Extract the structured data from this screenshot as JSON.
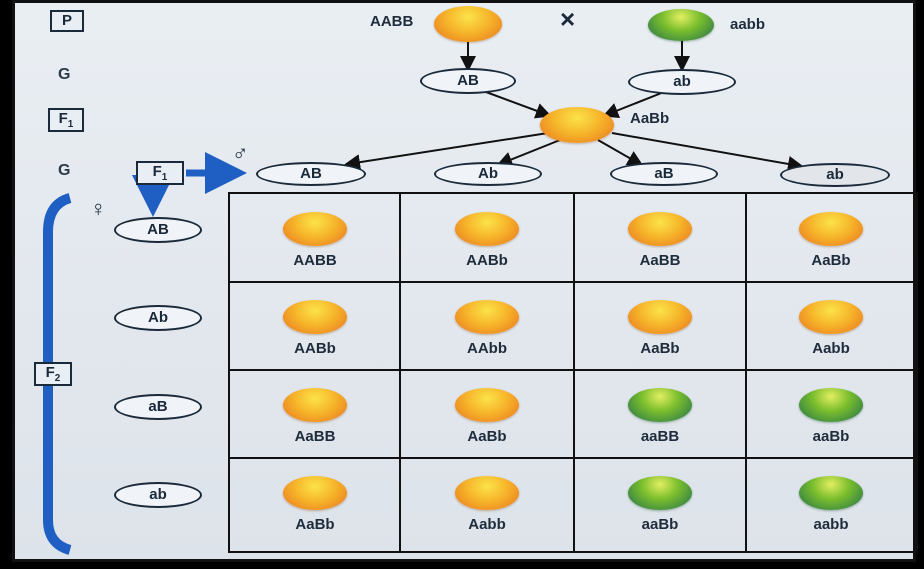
{
  "generations": {
    "p_label": "P",
    "g_label": "G",
    "f1_label": "F",
    "f1_sub": "1",
    "g2_label": "G",
    "f2_label": "F",
    "f2_sub": "2"
  },
  "parents": {
    "left_genotype": "AABB",
    "right_genotype": "aabb",
    "cross_symbol": "×",
    "left_gamete": "AB",
    "right_gamete": "ab"
  },
  "f1": {
    "genotype": "AaBb",
    "box_label": "F",
    "box_sub": "1",
    "male_symbol": "♂",
    "female_symbol": "♀"
  },
  "male_gametes": [
    "AB",
    "Ab",
    "aB",
    "ab"
  ],
  "female_gametes": [
    "AB",
    "Ab",
    "aB",
    "ab"
  ],
  "punnett": [
    [
      {
        "genotype": "AABB",
        "color": "yellow"
      },
      {
        "genotype": "AABb",
        "color": "yellow"
      },
      {
        "genotype": "AaBB",
        "color": "yellow"
      },
      {
        "genotype": "AaBb",
        "color": "yellow"
      }
    ],
    [
      {
        "genotype": "AABb",
        "color": "yellow"
      },
      {
        "genotype": "AAbb",
        "color": "yellow"
      },
      {
        "genotype": "AaBb",
        "color": "yellow"
      },
      {
        "genotype": "Aabb",
        "color": "yellow"
      }
    ],
    [
      {
        "genotype": "AaBB",
        "color": "yellow"
      },
      {
        "genotype": "AaBb",
        "color": "yellow"
      },
      {
        "genotype": "aaBB",
        "color": "green"
      },
      {
        "genotype": "aaBb",
        "color": "green"
      }
    ],
    [
      {
        "genotype": "AaBb",
        "color": "yellow"
      },
      {
        "genotype": "Aabb",
        "color": "yellow"
      },
      {
        "genotype": "aaBb",
        "color": "green"
      },
      {
        "genotype": "aabb",
        "color": "green"
      }
    ]
  ],
  "colors": {
    "yellow_pea": "#f6b52a",
    "green_pea": "#2f8a3c",
    "bracket_blue": "#1f5fc4",
    "arrow_blue": "#1f5fc4"
  }
}
